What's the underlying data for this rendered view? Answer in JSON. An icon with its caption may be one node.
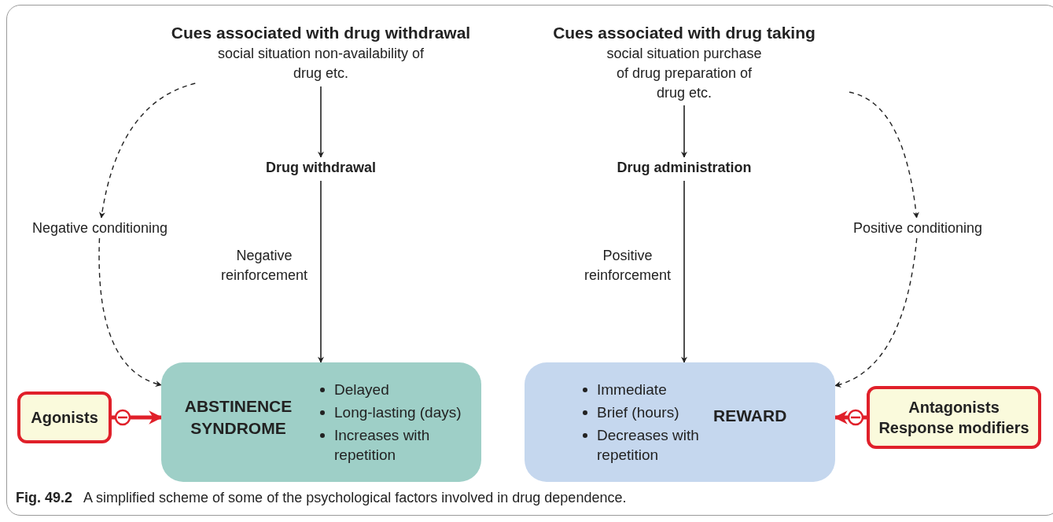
{
  "diagram": {
    "caption": "**Fig. 49.2**   A simplified scheme of some of the psychological factors involved in drug dependence.",
    "nodes": [
      {
        "text": [
          "Cues associated with drug withdrawal",
          "social situation non-availability of drug etc."
        ]
      },
      {
        "text": [
          "Drug withdrawal"
        ]
      },
      {
        "text": [
          "Negative conditioning"
        ]
      },
      {
        "text": [
          "ABSTINENCE SYNDROME",
          "Delayed",
          "Long-lasting (days)",
          "Increases with repetition"
        ]
      },
      {
        "text": [
          "Agonists"
        ]
      },
      {
        "text": [
          "Cues associated with drug taking",
          "social situation purchase of drug preparation of drug etc."
        ]
      },
      {
        "text": [
          "Drug administration"
        ]
      },
      {
        "text": [
          "Positive conditioning"
        ]
      },
      {
        "text": [
          "Immediate",
          "Brief (hours)",
          "Decreases with repetition",
          "REWARD"
        ]
      },
      {
        "text": [
          "Antagonists",
          "Response modifiers"
        ]
      }
    ],
    "edges": [
      {
        "from": 0,
        "to": 1,
        "arrow": "to"
      },
      {
        "from": 1,
        "to": 3,
        "arrow": "to",
        "label": "Negative reinforcement"
      },
      {
        "from": 0,
        "to": 2,
        "arrow": "to",
        "style": "dashed"
      },
      {
        "from": 2,
        "to": 3,
        "arrow": "to",
        "style": "dashed"
      },
      {
        "from": 4,
        "to": 3,
        "arrow": "to",
        "style": "thick",
        "color": "#e0202a"
      },
      {
        "from": 5,
        "to": 6,
        "arrow": "to"
      },
      {
        "from": 6,
        "to": 8,
        "arrow": "to",
        "label": "Positive reinforcement"
      },
      {
        "from": 5,
        "to": 7,
        "arrow": "to",
        "style": "dashed"
      },
      {
        "from": 7,
        "to": 8,
        "arrow": "to",
        "style": "dashed"
      },
      {
        "from": 9,
        "to": 8,
        "arrow": "to",
        "style": "thick",
        "color": "#e0202a"
      }
    ]
  }
}
